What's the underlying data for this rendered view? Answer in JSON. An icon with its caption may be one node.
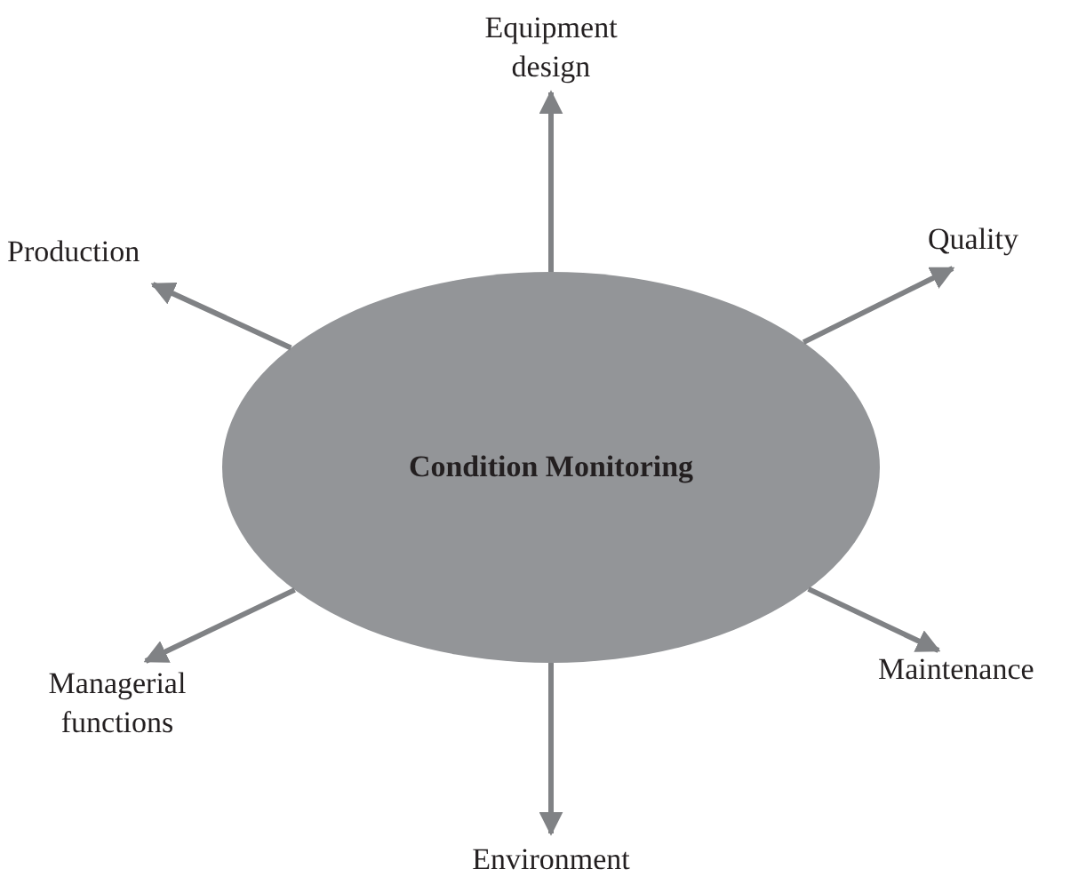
{
  "diagram": {
    "nodes": [
      {
        "text": [
          "Condition Monitoring"
        ]
      },
      {
        "text": [
          "Equipment design"
        ]
      },
      {
        "text": [
          "Production"
        ]
      },
      {
        "text": [
          "Quality"
        ]
      },
      {
        "text": [
          "Managerial functions"
        ]
      },
      {
        "text": [
          "Maintenance"
        ]
      },
      {
        "text": [
          "Environment"
        ]
      }
    ],
    "edges": [
      {
        "from": 0,
        "to": 1,
        "arrow": "to"
      },
      {
        "from": 0,
        "to": 2,
        "arrow": "to"
      },
      {
        "from": 0,
        "to": 3,
        "arrow": "to"
      },
      {
        "from": 0,
        "to": 4,
        "arrow": "to"
      },
      {
        "from": 0,
        "to": 5,
        "arrow": "to"
      },
      {
        "from": 0,
        "to": 6,
        "arrow": "to"
      }
    ]
  }
}
